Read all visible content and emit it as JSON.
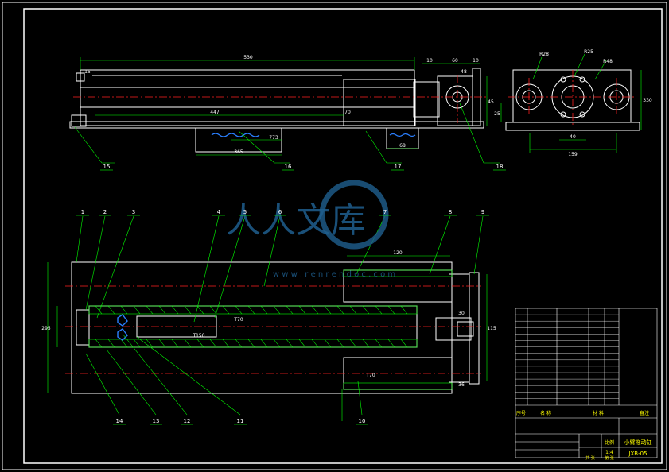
{
  "colors": {
    "background": "#000000",
    "frame": "#ffffff",
    "outline": "#ffffff",
    "dimension": "#00ff00",
    "centerline": "#ff2020",
    "hidden": "#ff2020",
    "leader": "#00ff00",
    "bolt": "#2a7fff",
    "watermark": "#1f5f8f",
    "text": "#ffffff",
    "label_yellow": "#ffff00"
  },
  "top_view": {
    "dims": {
      "overall": "530",
      "d10a": "10",
      "d60": "60",
      "d10b": "10",
      "d48": "48",
      "d447": "447",
      "d70": "70",
      "d365": "365",
      "d773": "773",
      "d68": "68",
      "d45": "45",
      "d15": "15"
    }
  },
  "side_view": {
    "radii": [
      "R28",
      "R25",
      "R48"
    ],
    "dims": {
      "d40": "40",
      "d159": "159",
      "d330": "330",
      "d25": "25"
    }
  },
  "section_view": {
    "dims": {
      "d120": "120",
      "d295": "295",
      "d30": "30",
      "d36": "36",
      "d115": "115",
      "tag1": "T70",
      "tag2": "T150",
      "tag3": "T70"
    }
  },
  "callouts_top": [
    "1",
    "2",
    "3",
    "4",
    "5",
    "6",
    "7",
    "8",
    "9"
  ],
  "callouts_bottom": [
    "14",
    "13",
    "12",
    "11",
    "10"
  ],
  "callouts_upper": [
    "15",
    "16",
    "17",
    "18"
  ],
  "watermark": {
    "chinese": "人人文库",
    "url": "w w w . r e n r e n d o c . c o m"
  },
  "title_block": {
    "drawing_title": "小臂拖动缸",
    "drawing_code": "JXB-05",
    "header_cols": [
      "序号",
      "名 称",
      "材 料",
      "备注"
    ],
    "scale_label": "比例",
    "scale_value": "1:4",
    "sheet_label": "共 张",
    "sheet_label2": "第 张"
  }
}
